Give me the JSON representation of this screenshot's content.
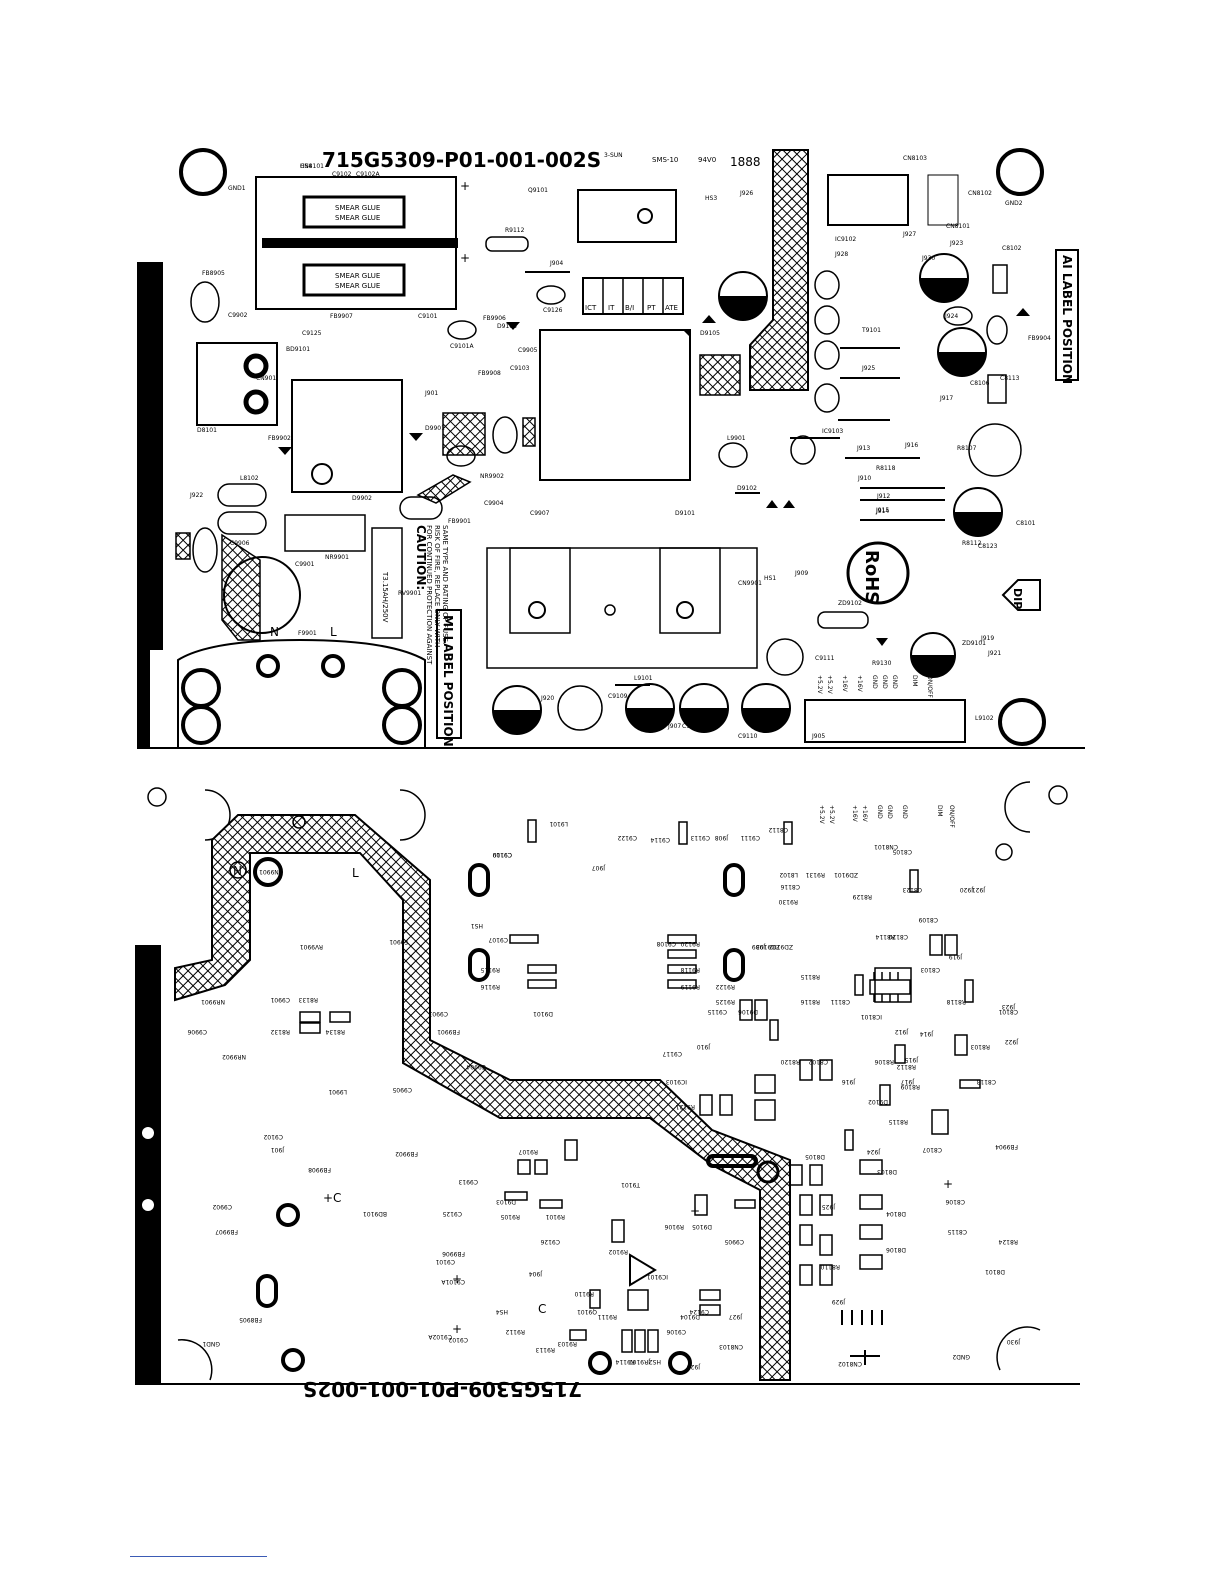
{
  "top_board": {
    "part_number": "715G5309-P01-001-002S",
    "mark_top": "3-SUN",
    "mark_sms": "SMS-10",
    "mark_94v0": "94V0",
    "date_code": "1888",
    "smear_glue": "SMEAR GLUE",
    "ai_label": "AI LABEL POSITION",
    "mi_label": "MI LABEL POSITION",
    "rohs": "RoHS",
    "dip": "DIP",
    "caution_title": "CAUTION:",
    "caution_lines": [
      "FOR CONTINUED PROTECTION AGAINST",
      "RISK OF FIRE, REPLACE ONLY WITH",
      "SAME TYPE AND RATING OF FUSE."
    ],
    "fuse_rating": "T3.15AH/250V",
    "test_boxes": [
      "ICT",
      "IT",
      "B/I",
      "PT",
      "ATE"
    ],
    "neutral": "N",
    "line": "L",
    "pin_labels": [
      "+5.2V",
      "+5.2V",
      "+16V",
      "+16V",
      "GND",
      "GND",
      "GND",
      "DIM",
      "ON/OFF"
    ],
    "refs": [
      {
        "t": "HS4"
      },
      {
        "t": "C9102"
      },
      {
        "t": "C9102A"
      },
      {
        "t": "GND1"
      },
      {
        "t": "Q9101"
      },
      {
        "t": "HS3"
      },
      {
        "t": "J926"
      },
      {
        "t": "CN8103"
      },
      {
        "t": "CN8102"
      },
      {
        "t": "GND2"
      },
      {
        "t": "R9112"
      },
      {
        "t": "J904"
      },
      {
        "t": "C9126"
      },
      {
        "t": "FB9906"
      },
      {
        "t": "D9103"
      },
      {
        "t": "C9905"
      },
      {
        "t": "D9105"
      },
      {
        "t": "IC9102"
      },
      {
        "t": "J928"
      },
      {
        "t": "J927"
      },
      {
        "t": "CN8101"
      },
      {
        "t": "J930"
      },
      {
        "t": "J923"
      },
      {
        "t": "C8102"
      },
      {
        "t": "FB8905"
      },
      {
        "t": "C9902"
      },
      {
        "t": "FB9907"
      },
      {
        "t": "C9101"
      },
      {
        "t": "C9101A"
      },
      {
        "t": "C9125"
      },
      {
        "t": "BD9101"
      },
      {
        "t": "FB9908"
      },
      {
        "t": "C9103"
      },
      {
        "t": "T9101"
      },
      {
        "t": "J925"
      },
      {
        "t": "J924"
      },
      {
        "t": "C8106"
      },
      {
        "t": "C8113"
      },
      {
        "t": "FB9904"
      },
      {
        "t": "D8101"
      },
      {
        "t": "CN901"
      },
      {
        "t": "J901"
      },
      {
        "t": "FB9902"
      },
      {
        "t": "D9901"
      },
      {
        "t": "D9902"
      },
      {
        "t": "L9901"
      },
      {
        "t": "IC9103"
      },
      {
        "t": "J913"
      },
      {
        "t": "J916"
      },
      {
        "t": "J917"
      },
      {
        "t": "R8107"
      },
      {
        "t": "L8102"
      },
      {
        "t": "NR9902"
      },
      {
        "t": "C9904"
      },
      {
        "t": "FB9901"
      },
      {
        "t": "C9907"
      },
      {
        "t": "D9101"
      },
      {
        "t": "D9102"
      },
      {
        "t": "J910"
      },
      {
        "t": "J912"
      },
      {
        "t": "J914"
      },
      {
        "t": "J915"
      },
      {
        "t": "R8118"
      },
      {
        "t": "R8112"
      },
      {
        "t": "C8101"
      },
      {
        "t": "J922"
      },
      {
        "t": "C9906"
      },
      {
        "t": "NR9901"
      },
      {
        "t": "C9901"
      },
      {
        "t": "RV9901"
      },
      {
        "t": "F9901"
      },
      {
        "t": "CN9901"
      },
      {
        "t": "HS1"
      },
      {
        "t": "J909"
      },
      {
        "t": "ZD9102"
      },
      {
        "t": "R9130"
      },
      {
        "t": "ZD9101"
      },
      {
        "t": "C8123"
      },
      {
        "t": "J919"
      },
      {
        "t": "J921"
      },
      {
        "t": "J920"
      },
      {
        "t": "C9109"
      },
      {
        "t": "L9101"
      },
      {
        "t": "J907"
      },
      {
        "t": "C9122"
      },
      {
        "t": "C9110"
      },
      {
        "t": "J905"
      },
      {
        "t": "C9111"
      },
      {
        "t": "L9102"
      },
      {
        "t": "CN8101"
      }
    ]
  },
  "bottom_board": {
    "part_number": "715G5309-P01-001-002S",
    "neutral": "N",
    "line": "L",
    "pin_labels": [
      "+5.2V",
      "+5.2V",
      "+16V",
      "+16V",
      "GND",
      "GND",
      "GND",
      "DIM",
      "ON/OFF"
    ],
    "refs": [
      {
        "t": "C9110"
      },
      {
        "t": "L9101"
      },
      {
        "t": "C9109"
      },
      {
        "t": "J907"
      },
      {
        "t": "C9122"
      },
      {
        "t": "C9114"
      },
      {
        "t": "C9113"
      },
      {
        "t": "J908"
      },
      {
        "t": "C9111"
      },
      {
        "t": "C8112"
      },
      {
        "t": "CN9901"
      },
      {
        "t": "CN8101"
      },
      {
        "t": "C8105"
      },
      {
        "t": "C8123"
      },
      {
        "t": "J920"
      },
      {
        "t": "J921"
      },
      {
        "t": "L8102"
      },
      {
        "t": "ZD9101"
      },
      {
        "t": "R9131"
      },
      {
        "t": "C8116"
      },
      {
        "t": "R8129"
      },
      {
        "t": "HS1"
      },
      {
        "t": "C9107"
      },
      {
        "t": "C9108"
      },
      {
        "t": "R9130"
      },
      {
        "t": "C8109"
      },
      {
        "t": "RV9901"
      },
      {
        "t": "F9901"
      },
      {
        "t": "R9115"
      },
      {
        "t": "R9116"
      },
      {
        "t": "R9120"
      },
      {
        "t": "R9118"
      },
      {
        "t": "R9119"
      },
      {
        "t": "J909"
      },
      {
        "t": "ZD9103"
      },
      {
        "t": "ZD9102"
      },
      {
        "t": "R8115"
      },
      {
        "t": "R8114"
      },
      {
        "t": "C8120"
      },
      {
        "t": "J919"
      },
      {
        "t": "C8103"
      },
      {
        "t": "R9122"
      },
      {
        "t": "R9125"
      },
      {
        "t": "C9115"
      },
      {
        "t": "D9106"
      },
      {
        "t": "R8116"
      },
      {
        "t": "C8111"
      },
      {
        "t": "IC8101"
      },
      {
        "t": "R8118"
      },
      {
        "t": "C8101"
      },
      {
        "t": "J922"
      },
      {
        "t": "J923"
      },
      {
        "t": "C9906"
      },
      {
        "t": "NR9901"
      },
      {
        "t": "C9901"
      },
      {
        "t": "R8133"
      },
      {
        "t": "R8132"
      },
      {
        "t": "R8134"
      },
      {
        "t": "C9903"
      },
      {
        "t": "FB9901"
      },
      {
        "t": "D9101"
      },
      {
        "t": "J910"
      },
      {
        "t": "C9117"
      },
      {
        "t": "R8120"
      },
      {
        "t": "C8102"
      },
      {
        "t": "J912"
      },
      {
        "t": "J914"
      },
      {
        "t": "J915"
      },
      {
        "t": "R8106"
      },
      {
        "t": "R8112"
      },
      {
        "t": "R8103"
      },
      {
        "t": "NR9902"
      },
      {
        "t": "C9904"
      },
      {
        "t": "IC9103"
      },
      {
        "t": "R9121"
      },
      {
        "t": "J916"
      },
      {
        "t": "J917"
      },
      {
        "t": "C8113"
      },
      {
        "t": "L9901"
      },
      {
        "t": "C9905"
      },
      {
        "t": "D9102"
      },
      {
        "t": "R8109"
      },
      {
        "t": "R8115"
      },
      {
        "t": "C8107"
      },
      {
        "t": "C9102"
      },
      {
        "t": "FB9904"
      },
      {
        "t": "J901"
      },
      {
        "t": "FB9908"
      },
      {
        "t": "FB9902"
      },
      {
        "t": "C9913"
      },
      {
        "t": "T9101"
      },
      {
        "t": "R9107"
      },
      {
        "t": "D9103"
      },
      {
        "t": "D8105"
      },
      {
        "t": "J924"
      },
      {
        "t": "D8103"
      },
      {
        "t": "C9902"
      },
      {
        "t": "FB9907"
      },
      {
        "t": "BD9101"
      },
      {
        "t": "C9125"
      },
      {
        "t": "R9105"
      },
      {
        "t": "R9101"
      },
      {
        "t": "R9106"
      },
      {
        "t": "D9105"
      },
      {
        "t": "C8106"
      },
      {
        "t": "C9126"
      },
      {
        "t": "FB9906"
      },
      {
        "t": "R9102"
      },
      {
        "t": "C9905"
      },
      {
        "t": "J925"
      },
      {
        "t": "D8104"
      },
      {
        "t": "D8106"
      },
      {
        "t": "C8115"
      },
      {
        "t": "C9101"
      },
      {
        "t": "C9101A"
      },
      {
        "t": "J904"
      },
      {
        "t": "R9110"
      },
      {
        "t": "IC9101"
      },
      {
        "t": "R8110"
      },
      {
        "t": "R8124"
      },
      {
        "t": "D8101"
      },
      {
        "t": "FB8905"
      },
      {
        "t": "HS4"
      },
      {
        "t": "R9112"
      },
      {
        "t": "Q9101"
      },
      {
        "t": "R9111"
      },
      {
        "t": "D9104"
      },
      {
        "t": "C9124"
      },
      {
        "t": "C9106"
      },
      {
        "t": "J927"
      },
      {
        "t": "J929"
      },
      {
        "t": "GND1"
      },
      {
        "t": "C9102A"
      },
      {
        "t": "C9102"
      },
      {
        "t": "R9103"
      },
      {
        "t": "R9113"
      },
      {
        "t": "R9114"
      },
      {
        "t": "JR9102"
      },
      {
        "t": "HS2"
      },
      {
        "t": "J926"
      },
      {
        "t": "CN8103"
      },
      {
        "t": "CN8102"
      },
      {
        "t": "GND2"
      },
      {
        "t": "J930"
      }
    ]
  }
}
